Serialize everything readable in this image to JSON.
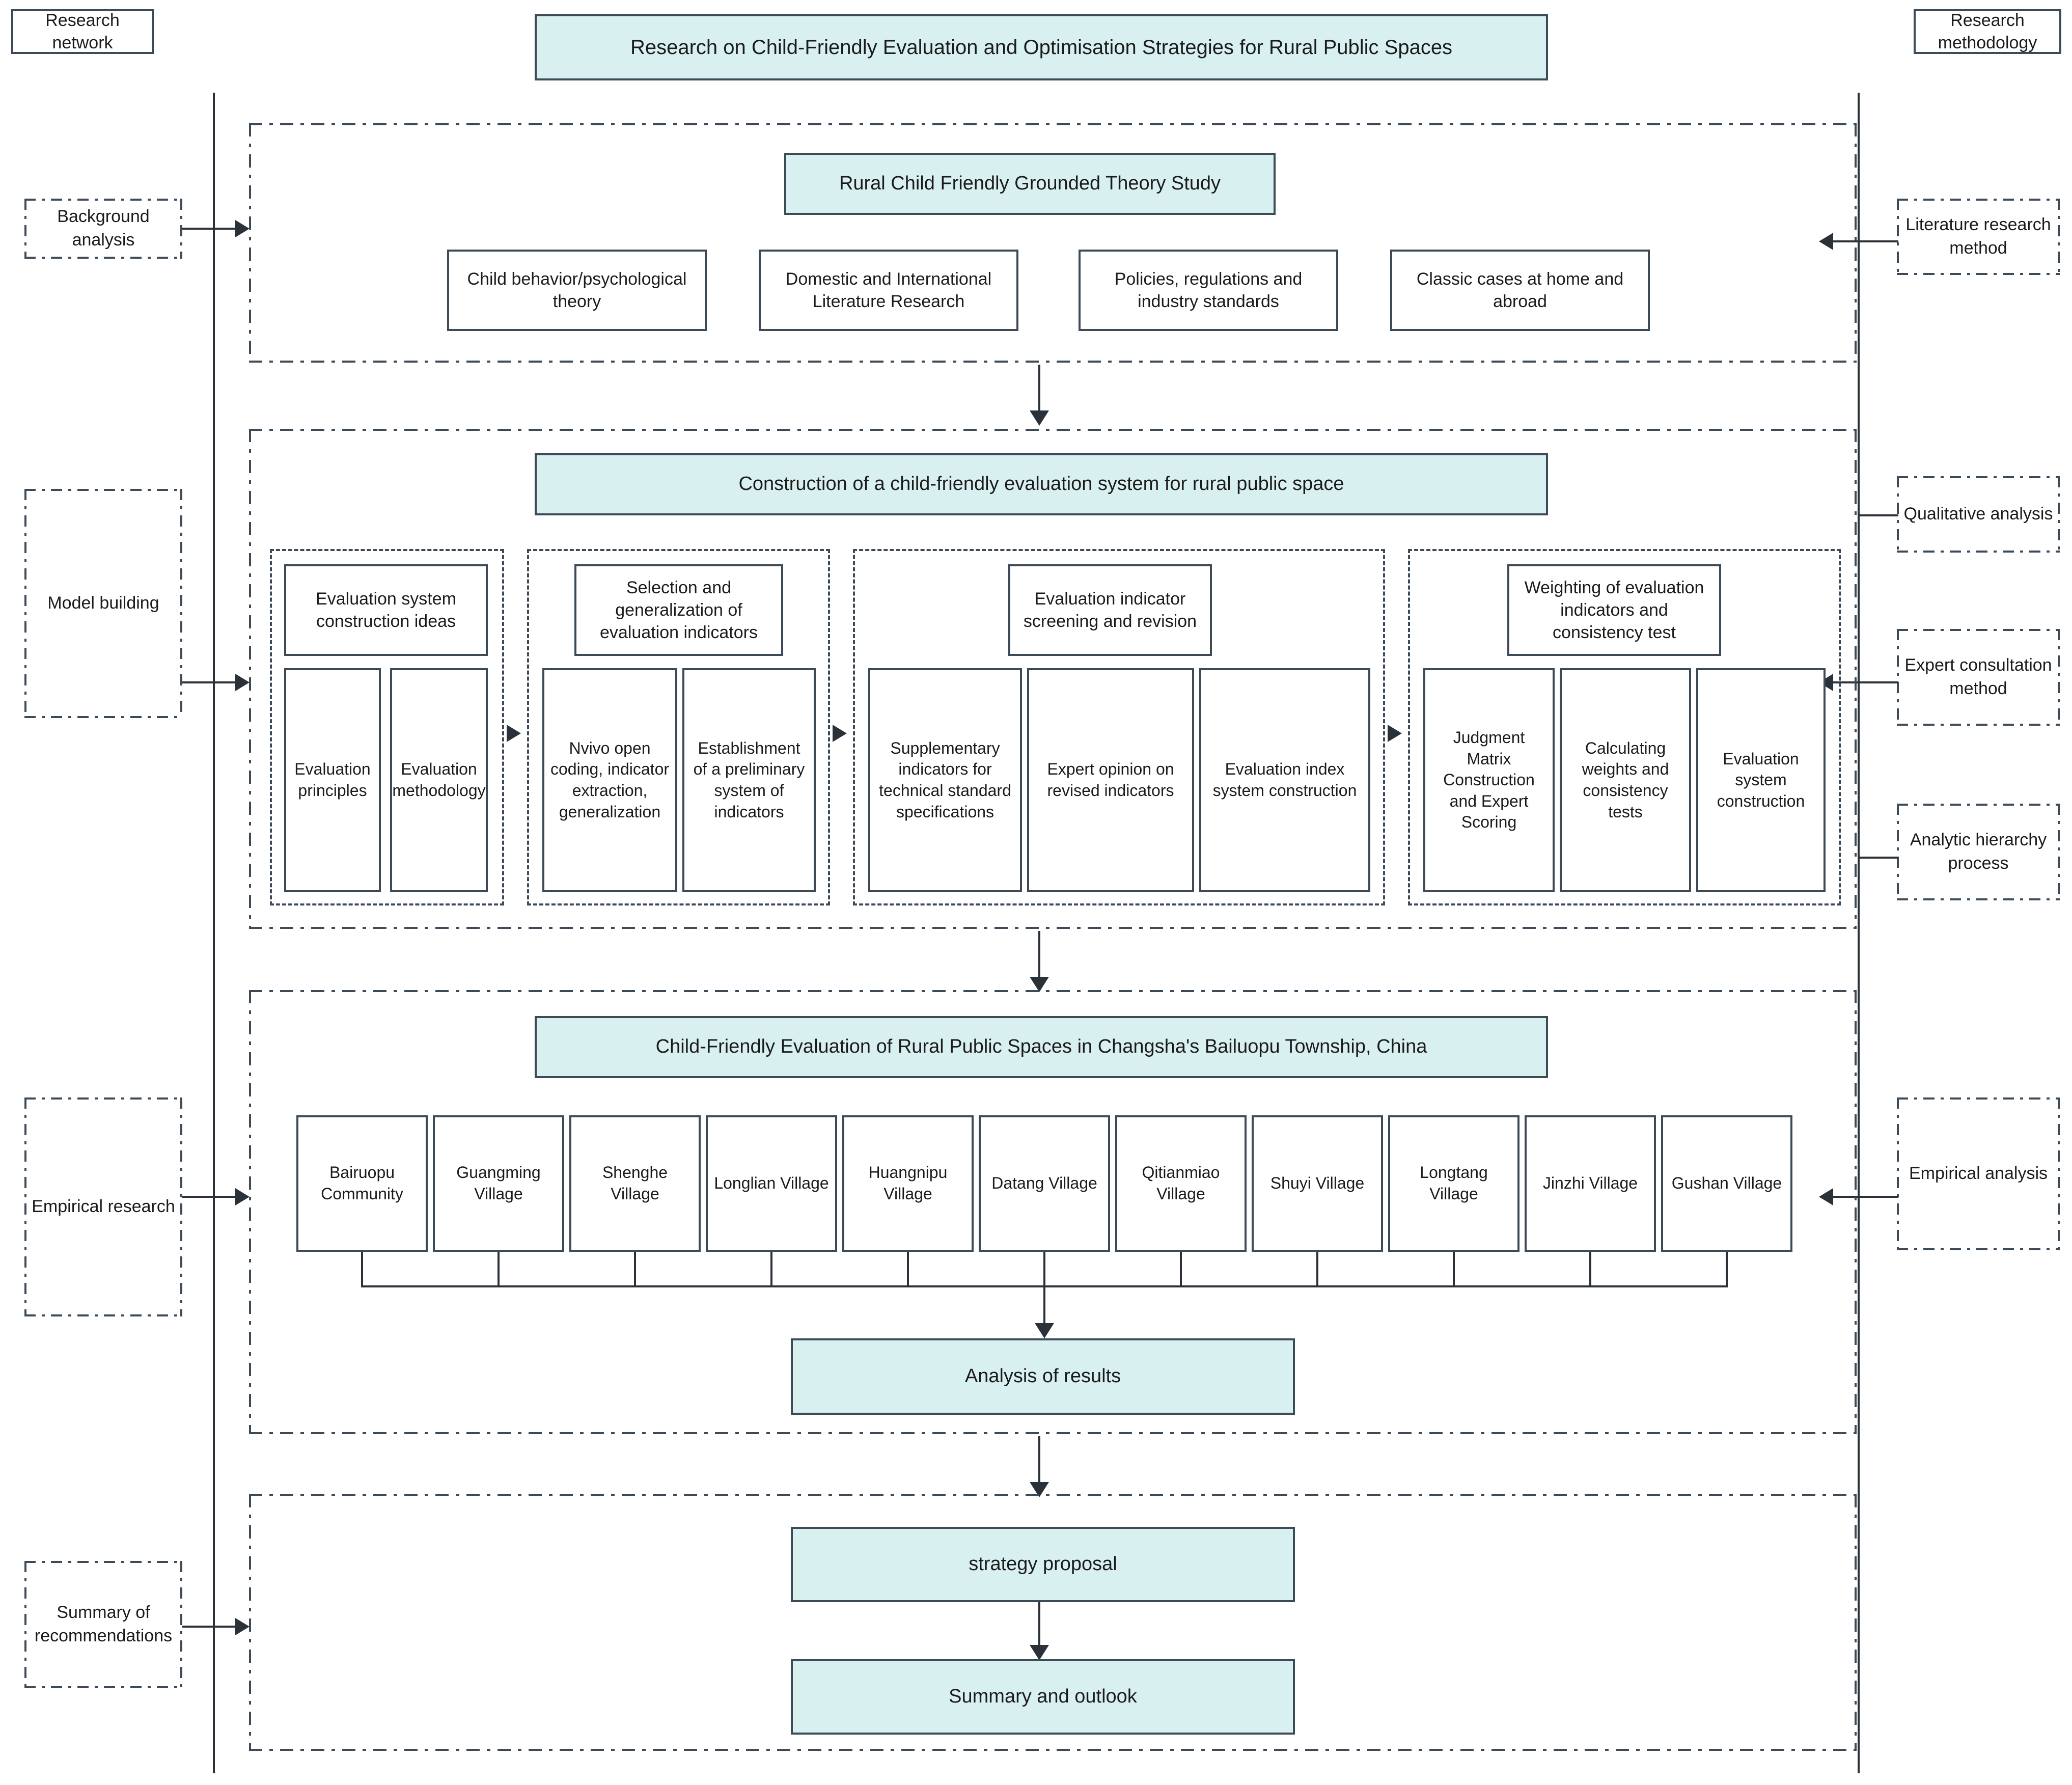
{
  "colors": {
    "accent_fill": "#d9f0f1",
    "stroke": "#3d4a57",
    "line": "#2b3138",
    "text": "#1b1b1b",
    "background": "#ffffff"
  },
  "left_rail": {
    "header": "Research network",
    "items": [
      "Background analysis",
      "Model building",
      "Empirical research",
      "Summary of recommendations"
    ]
  },
  "right_rail": {
    "header": "Research methodology",
    "items": [
      "Literature research method",
      "Qualitative analysis",
      "Expert consultation method",
      "Analytic hierarchy process",
      "Empirical analysis"
    ]
  },
  "main_title": "Research on Child-Friendly Evaluation and Optimisation Strategies for Rural Public Spaces",
  "sections": [
    {
      "id": "grounded-theory",
      "header": "Rural Child Friendly Grounded Theory Study",
      "nodes": [
        "Child behavior/psychological theory",
        "Domestic and International Literature Research",
        "Policies, regulations and industry standards",
        "Classic cases at home and abroad"
      ]
    },
    {
      "id": "evaluation-system",
      "header": "Construction of a child-friendly evaluation system for rural public space",
      "groups": [
        {
          "title": "Evaluation system construction ideas",
          "items": [
            "Evaluation principles",
            "Evaluation methodology"
          ]
        },
        {
          "title": "Selection and generalization of evaluation indicators",
          "items": [
            "Nvivo open coding, indicator extraction, generalization",
            "Establishment of a preliminary system of indicators"
          ]
        },
        {
          "title": "Evaluation indicator screening and revision",
          "items": [
            "Supplementary indicators for technical standard specifications",
            "Expert opinion on revised indicators",
            "Evaluation index system construction"
          ]
        },
        {
          "title": "Weighting of evaluation indicators and consistency test",
          "items": [
            "Judgment Matrix Construction and Expert Scoring",
            "Calculating weights and consistency tests",
            "Evaluation system construction"
          ]
        }
      ]
    },
    {
      "id": "empirical",
      "header": "Child-Friendly Evaluation of Rural Public Spaces in Changsha's Bailuopu Township, China",
      "sites": [
        "Bairuopu Community",
        "Guangming Village",
        "Shenghe Village",
        "Longlian Village",
        "Huangnipu Village",
        "Datang Village",
        "Qitianmiao Village",
        "Shuyi Village",
        "Longtang Village",
        "Jinzhi Village",
        "Gushan Village"
      ],
      "result_box": "Analysis of results"
    },
    {
      "id": "conclusion",
      "nodes": [
        "strategy proposal",
        "Summary and outlook"
      ]
    }
  ]
}
